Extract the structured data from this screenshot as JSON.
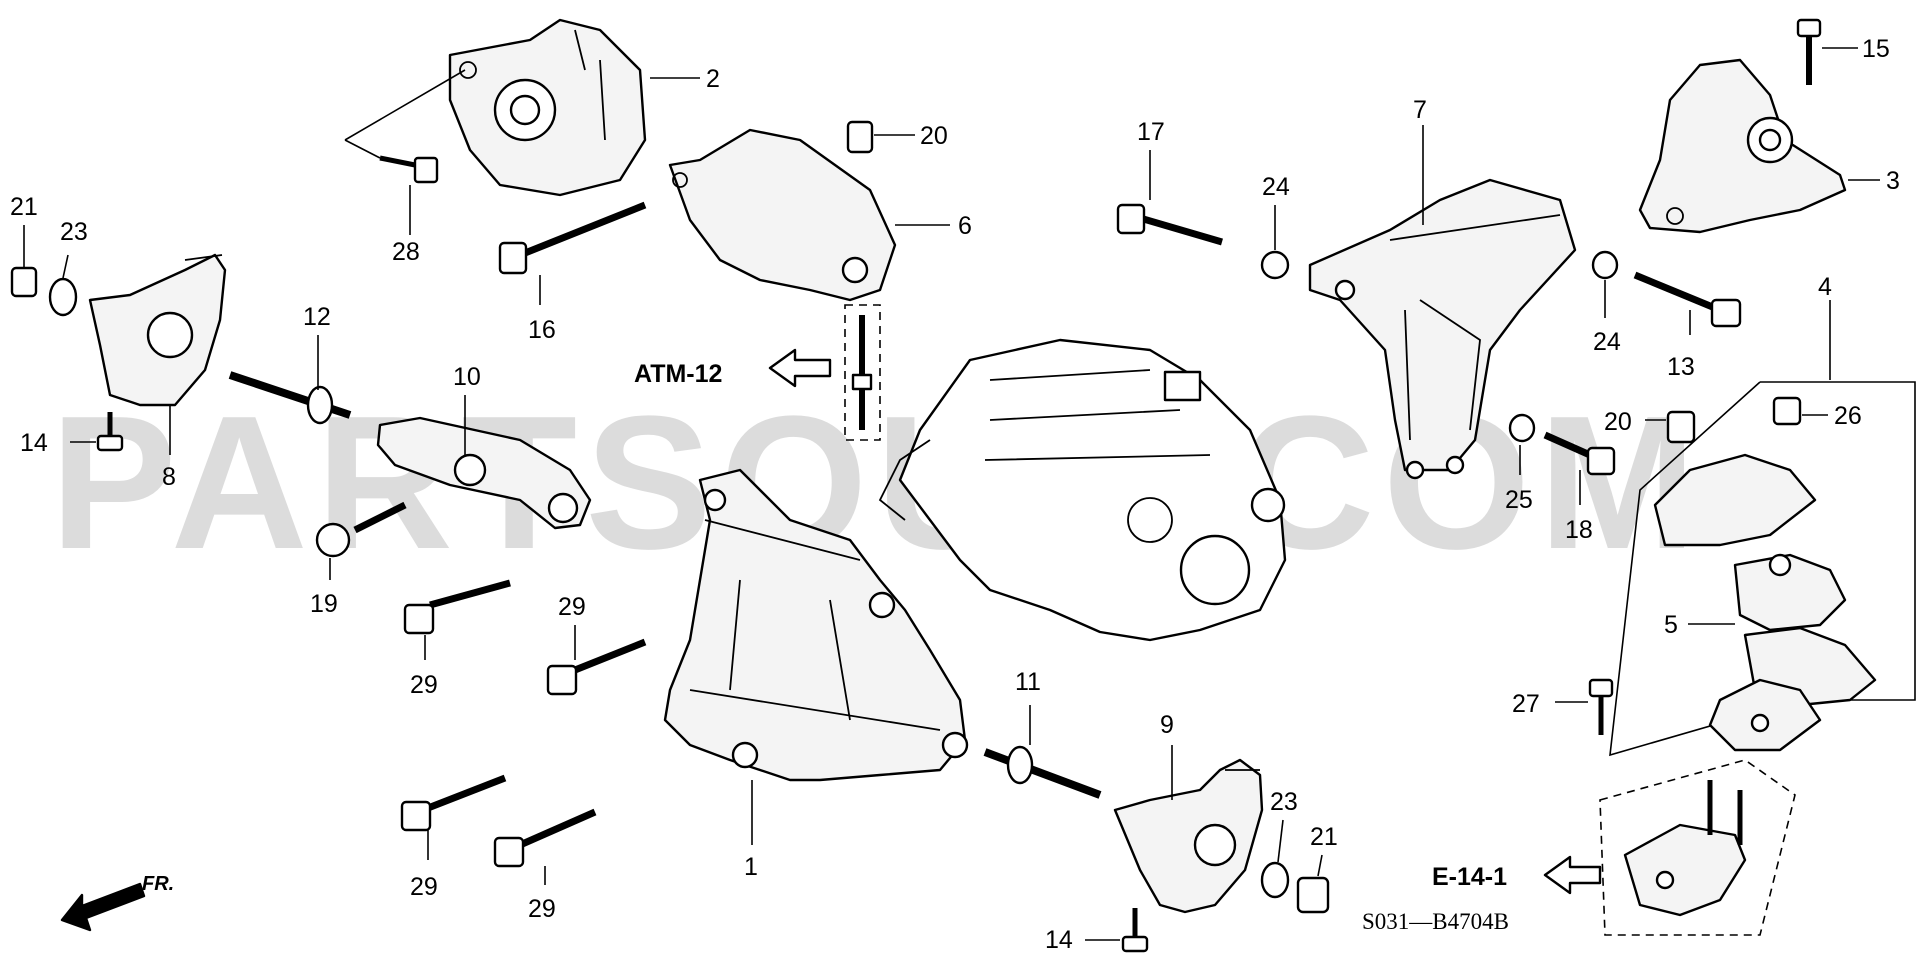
{
  "watermark": "PARTSOUQ.COM",
  "diagram_code": "S031—B4704B",
  "direction_label": "FR.",
  "references": {
    "atm": "ATM-12",
    "engine": "E-14-1"
  },
  "callouts": {
    "c1": "1",
    "c2": "2",
    "c3": "3",
    "c4": "4",
    "c5": "5",
    "c6": "6",
    "c7": "7",
    "c8": "8",
    "c9": "9",
    "c10": "10",
    "c11": "11",
    "c12": "12",
    "c13": "13",
    "c14a": "14",
    "c14b": "14",
    "c15": "15",
    "c16": "16",
    "c17": "17",
    "c18": "18",
    "c19": "19",
    "c20a": "20",
    "c20b": "20",
    "c21a": "21",
    "c21b": "21",
    "c23a": "23",
    "c23b": "23",
    "c24a": "24",
    "c24b": "24",
    "c25": "25",
    "c26": "26",
    "c27": "27",
    "c28": "28",
    "c29a": "29",
    "c29b": "29",
    "c29c": "29",
    "c29d": "29"
  },
  "colors": {
    "ink": "#000000",
    "watermark": "#d6d6d6",
    "background": "#ffffff"
  }
}
